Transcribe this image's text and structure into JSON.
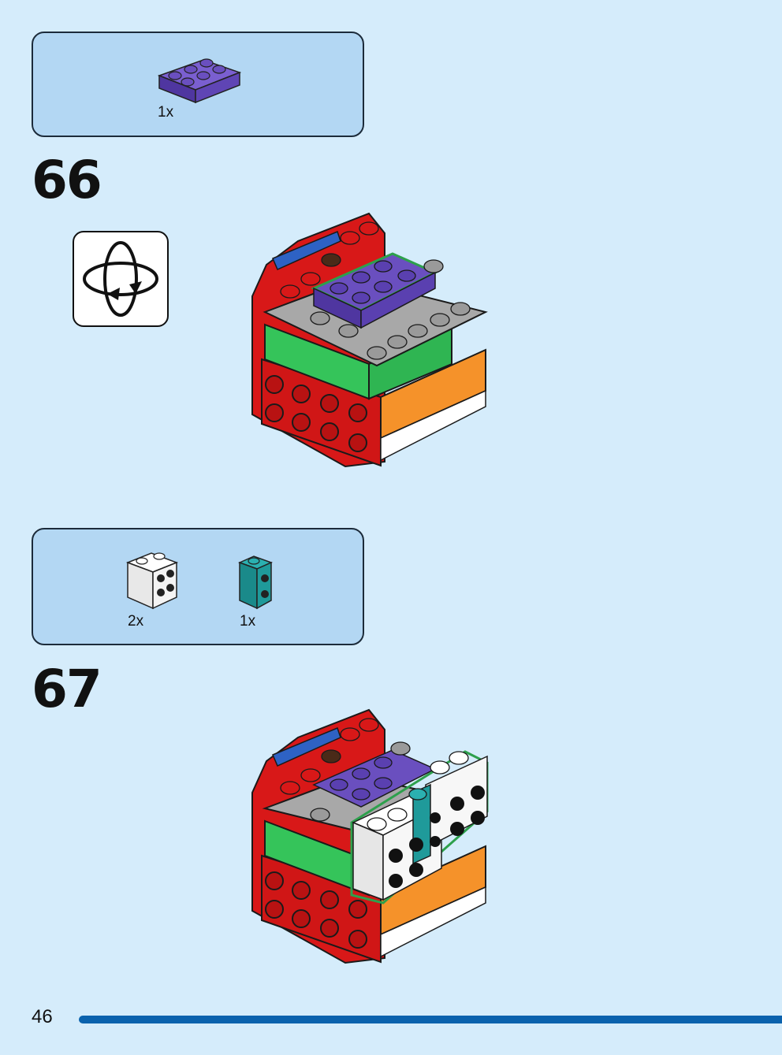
{
  "step66": {
    "number": "66",
    "parts": [
      {
        "name": "purple plate 2x3",
        "quantity": "1x",
        "color": "#6a4fbf"
      }
    ],
    "rotate_icon": "rotate-model-icon"
  },
  "step67": {
    "number": "67",
    "parts": [
      {
        "name": "white brick with studs on side",
        "quantity": "2x",
        "color": "#ffffff"
      },
      {
        "name": "teal brick with studs on side",
        "quantity": "1x",
        "color": "#1f9a9a"
      }
    ]
  },
  "page": {
    "number": "46",
    "accent": "#0a62ad"
  }
}
